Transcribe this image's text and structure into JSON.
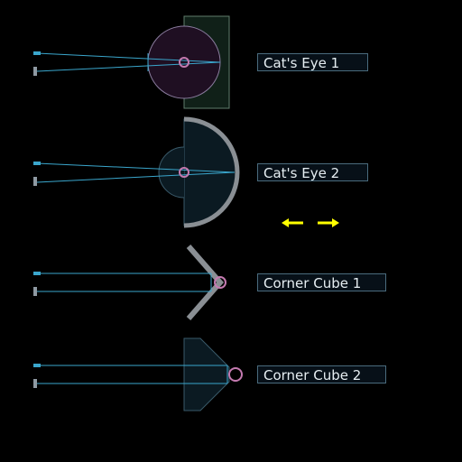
{
  "colors": {
    "background": "#000000",
    "ray": "#3aa6cc",
    "focus_marker": "#c47ab0",
    "arrow": "#ffff00",
    "mirror": "#8a8f94"
  },
  "labels": {
    "cats_eye_1": "Cat's Eye 1",
    "cats_eye_2": "Cat's Eye 2",
    "corner_cube_1": "Corner Cube 1",
    "corner_cube_2": "Corner Cube 2"
  },
  "icons": {
    "left_arrow": "arrow-left-icon",
    "right_arrow": "arrow-right-icon"
  }
}
